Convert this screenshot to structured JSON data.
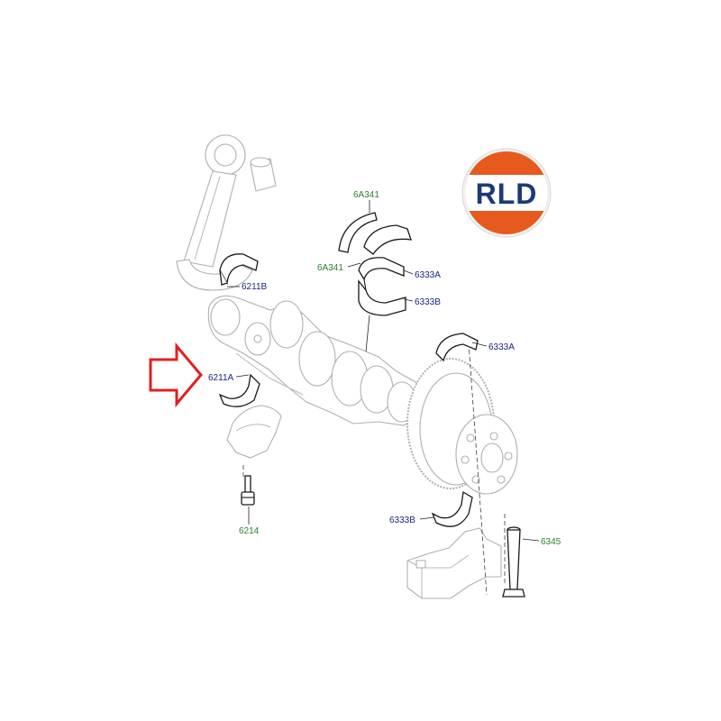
{
  "logo": {
    "text": "RLD",
    "colors": {
      "ring": "#e65a1e",
      "band": "#ffffff",
      "text": "#1b3a7a"
    }
  },
  "arrow": {
    "color": "#e02020",
    "direction": "right"
  },
  "labels": [
    {
      "text": "6A341",
      "color": "green"
    },
    {
      "text": "6A341",
      "color": "green"
    },
    {
      "text": "6333A",
      "color": "blue"
    },
    {
      "text": "6333B",
      "color": "blue"
    },
    {
      "text": "6211B",
      "color": "blue"
    },
    {
      "text": "6211A",
      "color": "blue"
    },
    {
      "text": "6333A",
      "color": "blue"
    },
    {
      "text": "6214",
      "color": "green"
    },
    {
      "text": "6333B",
      "color": "blue"
    },
    {
      "text": "6345",
      "color": "green"
    }
  ],
  "colors": {
    "blue": "#1a237e",
    "green": "#2e7d32"
  }
}
